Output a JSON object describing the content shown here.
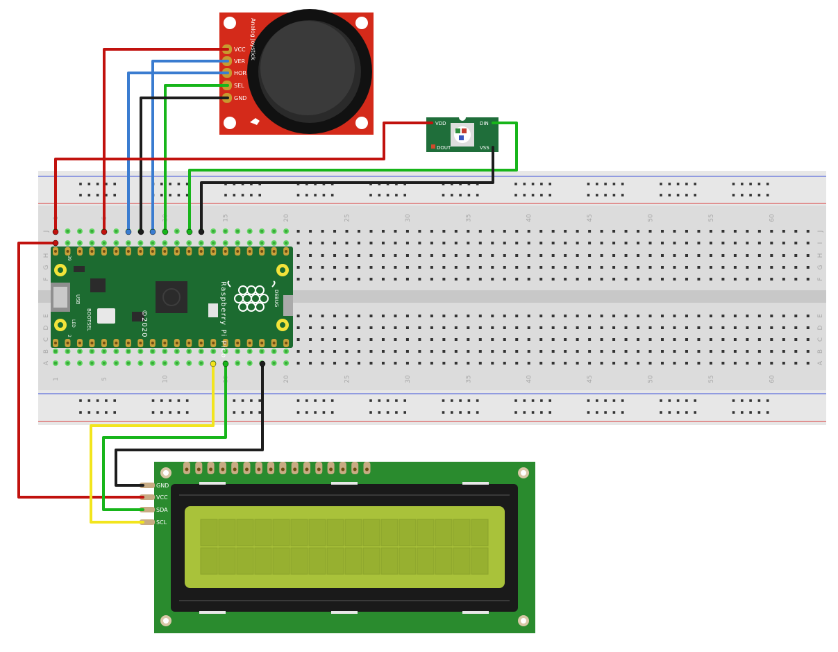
{
  "breadboard": {
    "row_letters": [
      "J",
      "I",
      "H",
      "G",
      "F",
      "E",
      "D",
      "C",
      "B",
      "A"
    ],
    "column_numbers": [
      "1",
      "5",
      "10",
      "15",
      "20",
      "25",
      "30",
      "35",
      "40",
      "45",
      "50",
      "55",
      "60"
    ]
  },
  "joystick": {
    "board_label": "Analog Joystick",
    "pins": [
      "VCC",
      "VER",
      "HOR",
      "SEL",
      "GND"
    ]
  },
  "led_module": {
    "pins": [
      "VDD",
      "DIN",
      "DOUT",
      "VSS"
    ]
  },
  "pico": {
    "brand": "Raspberry Pi Pico",
    "year": "©2020",
    "usb": "USB",
    "bootsel": "BOOTSEL",
    "debug": "DEBUG",
    "led": "LED",
    "pin_top_a": "39",
    "pin_bottom_a": "2"
  },
  "lcd": {
    "pins": [
      "GND",
      "VCC",
      "SDA",
      "SCL"
    ],
    "columns": 16,
    "rows": 2
  },
  "colors": {
    "wire_red": "#c1120e",
    "wire_blue": "#3a7cd0",
    "wire_black": "#1d1d1d",
    "wire_green": "#17b51a",
    "wire_yellow": "#f2e51d",
    "joystick_board": "#d42a1a",
    "pico_board": "#1c6b30",
    "lcd_board": "#2a8b2e",
    "lcd_screen": "#a9c23a",
    "led_board": "#1f6e3a"
  }
}
